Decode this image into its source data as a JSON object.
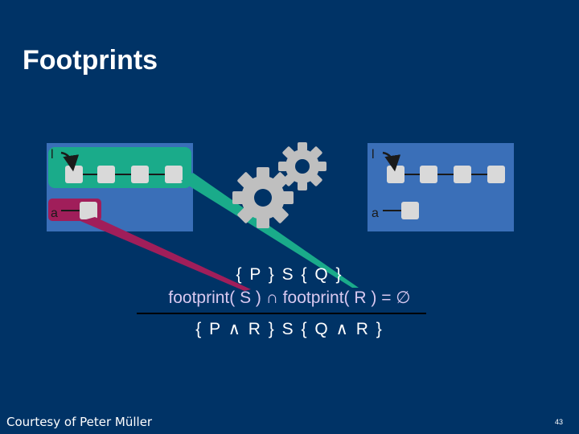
{
  "slide": {
    "title": "Footprints",
    "heap_left": {
      "pointer_l": "l",
      "pointer_a": "a"
    },
    "heap_right": {
      "pointer_l": "l",
      "pointer_a": "a"
    },
    "formula": {
      "hoare_triple": "{ P }  S  { Q }",
      "disjointness": "footprint( S ) ∩ footprint( R ) = ∅",
      "frame_rule": "{ P ∧ R }  S  { Q ∧ R }"
    },
    "credit": "Courtesy of Peter Müller",
    "page_number": "43"
  },
  "colors": {
    "background": "#003366",
    "heap_box": "#3a6fb8",
    "footprint_s": "#1aab8a",
    "footprint_r": "#a01e5a",
    "node": "#d9d9d9",
    "gear": "#bfbfbf"
  },
  "icons": [
    "gear-icon",
    "gear-icon",
    "arrow-icon"
  ]
}
